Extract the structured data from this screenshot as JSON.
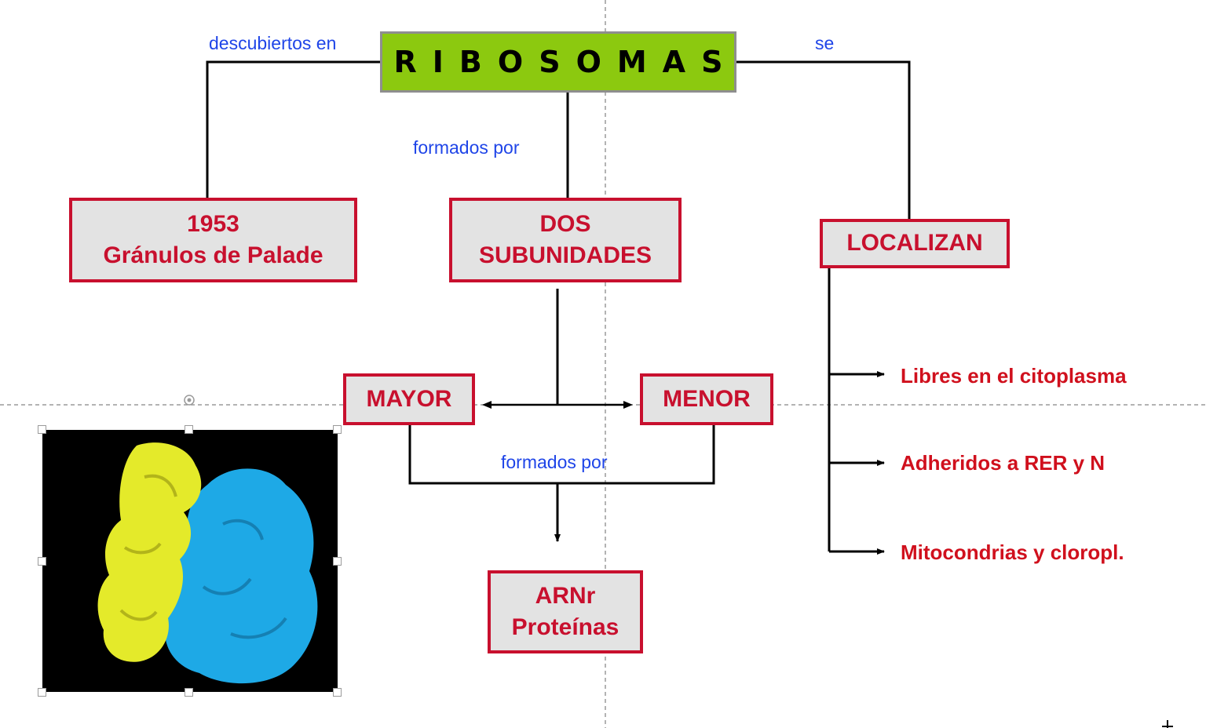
{
  "title": "RIBOSOMAS",
  "links": {
    "discovered": "descubiertos en",
    "formed_top": "formados por",
    "se": "se",
    "formed_bottom": "formados por"
  },
  "boxes": {
    "palade": {
      "line1": "1953",
      "line2": "Gránulos de Palade"
    },
    "subunits": {
      "line1": "DOS",
      "line2": "SUBUNIDADES"
    },
    "localizan": "LOCALIZAN",
    "mayor": "MAYOR",
    "menor": "MENOR",
    "composition": {
      "line1": "ARNr",
      "line2": "Proteínas"
    }
  },
  "locations": [
    "Libres en el citoplasma",
    "Adheridos a RER y N",
    "Mitocondrias y cloropl."
  ],
  "colors": {
    "title_fill": "#8cc90f",
    "box_border": "#c8102e",
    "box_fill": "#e3e3e3",
    "link_text": "#1f45e8",
    "location_text": "#d0101d",
    "subunit_large": "#e4ea2a",
    "subunit_small": "#1ea9e6"
  }
}
